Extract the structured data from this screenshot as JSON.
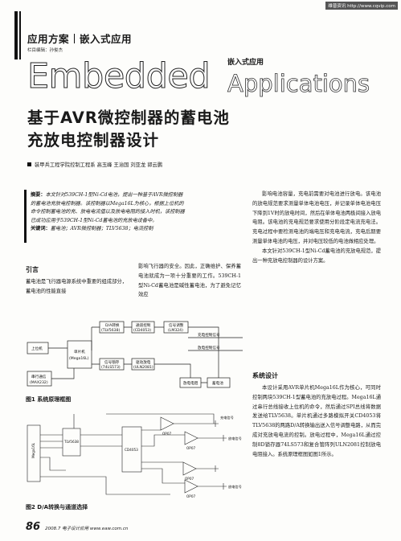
{
  "watermark": "维普资讯 http://www.cqvip.com",
  "header": {
    "section": "应用方案",
    "subsection": "嵌入式应用",
    "editor": "栏目编辑：孙俊杰"
  },
  "banner": {
    "word1": "Embedded",
    "word2": "Applications",
    "kicker": "嵌入式应用"
  },
  "article": {
    "title_line1": "基于AVR微控制器的蓄电池",
    "title_line2": "充放电控制器设计",
    "authors": "装甲兵工程学院控制工程系  高玉峰  王治国  刘亚龙  郭云鹏"
  },
  "abstract": {
    "label": "摘要：",
    "line1": "本文针对539CH-1型Ni-Cd电池，提出一种基于AVR微控制器",
    "line2": "的蓄电池充放电控制器。该控制器以Mega16L为核心，根据上位机的",
    "line3": "命令控制蓄电池的充、放电电流值以及放电电阻的接入时机，该控制器",
    "line4": "已成功应用于539CH-1型Ni-Cd蓄电池的充放电设备中。",
    "kw_label": "关键词：",
    "keywords": "蓄电池；AVR微控制器；TLV5638；电流控制"
  },
  "intro": {
    "heading": "引言",
    "colA": "蓄电池是飞行器电源系统中重要的组成部分，蓄电池的性能直接",
    "colB": "影响飞行器的安全。因此，正确维护、保养蓄电池就成为一项十分重要的工作。539CH-1型Ni-Cd蓄电池是碱性蓄电池，为了避免记忆效应"
  },
  "right": {
    "para1": "影响电池容量，充电前需要对电池进行放电。该电池的放电规范要求测量单体电池电压，并记录单体电池电压下降到1V时的放电时间，然后在单体电池两极间接入放电电阻。该电池的充电规范要求使用分阶段定电流充电法。充电过程中要检测电池的端电压和充电电流，充电后期要测量单体电池的电压，并对电压较低的电池做相应处理。",
    "para2": "本文针对539CH-1型Ni-Cd蓄电池的充放电规范，提出一种充放电控制器的设计方案。",
    "design_heading": "系统设计",
    "para3": "本设计采用AVR单片机Mega16L作为核心，可同时控制两块539CH-1型蓄电池的充放电过程。Mega16L通过串行总线接收上位机的命令，然后通过SPI总线将数据发送给TLV5638。单片机通过多路模拟开关CD4053将TLV5638的两路D/A转换输出送入信号调整电路，从而完成对充放电电流的控制。放电过程中，Mega16L通过控制8D锁存器74LS573和复合管阵列ULN2081控制放电电阻接入。系统原理框图如图1所示。"
  },
  "fig1": {
    "caption": "图1  系统原理框图",
    "upper": "上位机",
    "mcu": "单片机",
    "mcu2": "(Mega16L)",
    "serial": "串行通信",
    "serial2": "(MAX232)",
    "da": "D/A转换",
    "da2": "(TLV5638)",
    "mux": "通道控制",
    "mux2": "(CD4053)",
    "sig": "信号调整",
    "sig2": "(LM324)",
    "latch": "信号锁存",
    "latch2": "(74LS573)",
    "drv": "驱动放电",
    "drv2": "(ULN2081)",
    "res": "放电电阻",
    "bat": "蓄电池",
    "chg_sig": "充电控制信号",
    "dis_sig": "放电控制信号"
  },
  "fig2": {
    "caption": "图2  D/A转换与通道选择",
    "chip": "Mega16L",
    "u1": "TLV5638",
    "u2": "CD4053",
    "op1": "OP07",
    "op2": "OP07",
    "op3": "OP07",
    "op4": "OP07",
    "lbl_chg": "充电信号",
    "lbl_dis1": "放电信号",
    "lbl_dis2": "放电信号"
  },
  "footer": {
    "page": "86",
    "line": "2008.7  电子设计应用  www.eaw.com.cn"
  }
}
